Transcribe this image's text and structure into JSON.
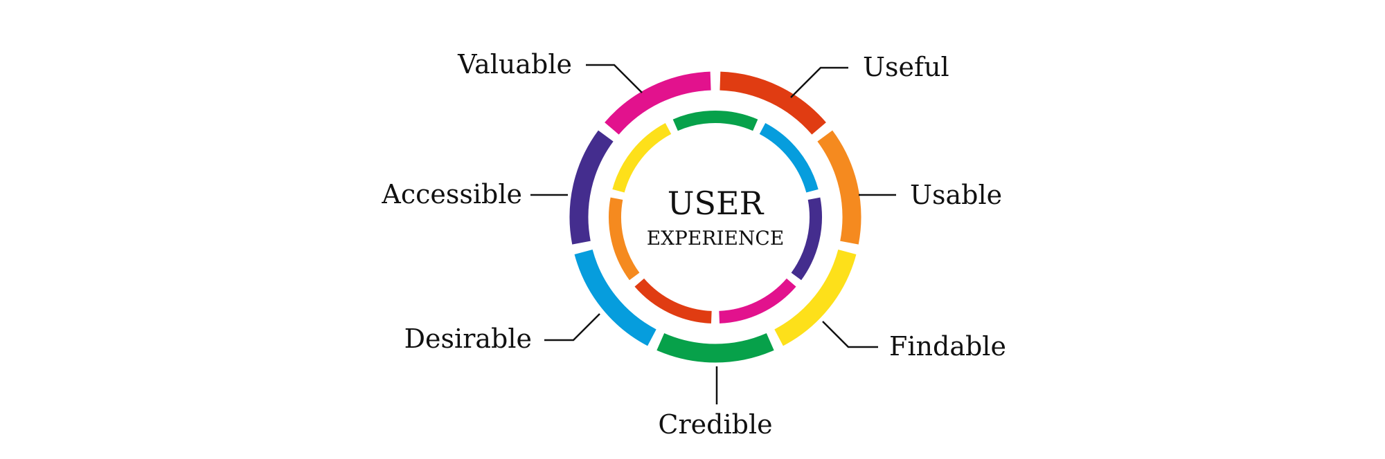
{
  "diagram": {
    "center": {
      "title": "USER",
      "subtitle": "EXPERIENCE"
    },
    "facets": [
      {
        "key": "useful",
        "label": "Useful",
        "color": "#e03c12"
      },
      {
        "key": "usable",
        "label": "Usable",
        "color": "#f58a1f"
      },
      {
        "key": "findable",
        "label": "Findable",
        "color": "#fde01a"
      },
      {
        "key": "credible",
        "label": "Credible",
        "color": "#07a14a"
      },
      {
        "key": "desirable",
        "label": "Desirable",
        "color": "#069ddd"
      },
      {
        "key": "accessible",
        "label": "Accessible",
        "color": "#442d8e"
      },
      {
        "key": "valuable",
        "label": "Valuable",
        "color": "#e2128d"
      }
    ],
    "inner_ring_colors": [
      "#07a14a",
      "#069ddd",
      "#442d8e",
      "#e2128d",
      "#e03c12",
      "#f58a1f",
      "#fde01a"
    ]
  }
}
